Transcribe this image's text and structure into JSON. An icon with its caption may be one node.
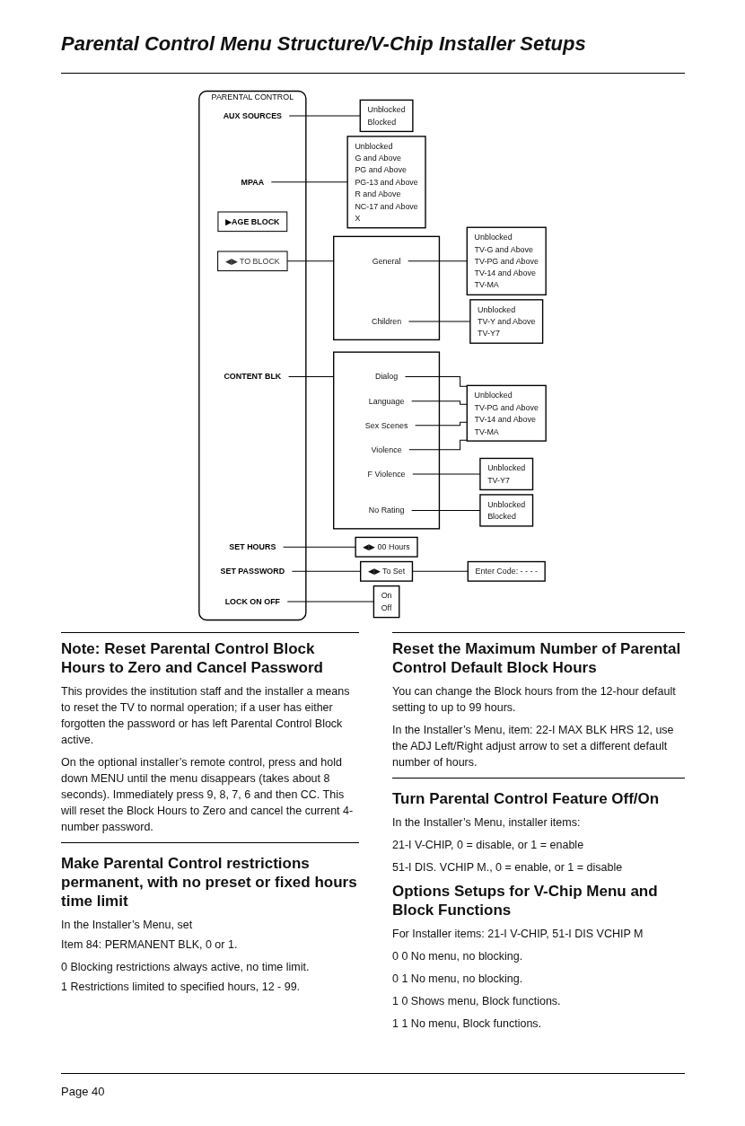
{
  "diagram": {
    "title": "Parental Control Menu Structure/V-Chip Installer Setups",
    "nodes": [
      {
        "text": [
          "PARENTAL CONTROL"
        ]
      },
      {
        "text": [
          "AUX SOURCES"
        ],
        "in": 0
      },
      {
        "text": [
          "MPAA"
        ],
        "in": 0
      },
      {
        "text": [
          "▶AGE BLOCK"
        ],
        "in": 0
      },
      {
        "text": [
          "◀▶ TO BLOCK"
        ],
        "in": 0
      },
      {
        "text": [
          "CONTENT BLK"
        ],
        "in": 0
      },
      {
        "text": [
          "SET HOURS"
        ],
        "in": 0
      },
      {
        "text": [
          "SET PASSWORD"
        ],
        "in": 0
      },
      {
        "text": [
          "LOCK ON OFF"
        ],
        "in": 0
      },
      {
        "text": [
          "Unblocked",
          "Blocked"
        ]
      },
      {
        "text": [
          "Unblocked",
          "G and Above",
          "PG and Above",
          "PG-13 and Above",
          "R and Above",
          "NC-17 and Above",
          "X"
        ]
      },
      {
        "text": [],
        "shape": "box"
      },
      {
        "text": [
          "General"
        ],
        "in": 11
      },
      {
        "text": [
          "Children"
        ],
        "in": 11
      },
      {
        "text": [
          "Unblocked",
          "TV-G and Above",
          "TV-PG and Above",
          "TV-14 and Above",
          "TV-MA"
        ]
      },
      {
        "text": [
          "Unblocked",
          "TV-Y and Above",
          "TV-Y7"
        ]
      },
      {
        "text": [],
        "shape": "box"
      },
      {
        "text": [
          "Dialog"
        ],
        "in": 16
      },
      {
        "text": [
          "Language"
        ],
        "in": 16
      },
      {
        "text": [
          "Sex Scenes"
        ],
        "in": 16
      },
      {
        "text": [
          "Violence"
        ],
        "in": 16
      },
      {
        "text": [
          "F Violence"
        ],
        "in": 16
      },
      {
        "text": [
          "No Rating"
        ],
        "in": 16
      },
      {
        "text": [
          "Unblocked",
          "TV-PG and Above",
          "TV-14 and Above",
          "TV-MA"
        ]
      },
      {
        "text": [
          "Unblocked",
          "TV-Y7"
        ]
      },
      {
        "text": [
          "◀▶ 00 Hours"
        ]
      },
      {
        "text": [
          "Unblocked",
          "Blocked"
        ]
      },
      {
        "text": [
          "◀▶ To Set"
        ]
      },
      {
        "text": [
          "Enter Code: - - - -"
        ]
      },
      {
        "text": [
          "On",
          "Off"
        ]
      }
    ],
    "edges": [
      {
        "from": 1,
        "to": 9,
        "arrow": "none"
      },
      {
        "from": 2,
        "to": 10,
        "arrow": "none"
      },
      {
        "from": 4,
        "to": 11,
        "arrow": "none"
      },
      {
        "from": 5,
        "to": 16,
        "arrow": "none"
      },
      {
        "from": 6,
        "to": 25,
        "arrow": "none"
      },
      {
        "from": 7,
        "to": 27,
        "arrow": "none"
      },
      {
        "from": 8,
        "to": 29,
        "arrow": "none"
      },
      {
        "from": 12,
        "to": 14,
        "arrow": "none"
      },
      {
        "from": 13,
        "to": 15,
        "arrow": "none"
      },
      {
        "from": 17,
        "to": 23,
        "arrow": "none"
      },
      {
        "from": 18,
        "to": 23,
        "arrow": "none"
      },
      {
        "from": 19,
        "to": 23,
        "arrow": "none"
      },
      {
        "from": 20,
        "to": 23,
        "arrow": "none"
      },
      {
        "from": 21,
        "to": 24,
        "arrow": "none"
      },
      {
        "from": 22,
        "to": 26,
        "arrow": "none"
      },
      {
        "from": 27,
        "to": 28,
        "arrow": "none"
      }
    ],
    "labels": [
      "Note: Reset Parental Control Block Hours to Zero and Cancel Password",
      "This provides the institution staff and the installer a means to reset the TV to normal operation; if a user has either forgotten the password or has left Parental Control Block active.",
      "On the optional installer’s remote control, press and hold down MENU until the menu disappears (takes about 8 seconds). Immediately press 9, 8, 7, 6 and then CC. This will reset the Block Hours to Zero and cancel the current 4-number password.",
      "Make Parental Control restrictions permanent, with no preset or fixed hours time limit",
      "In the Installer’s Menu, set",
      "Item 84: PERMANENT BLK, 0 or 1.",
      "0 Blocking restrictions always active, no time limit.",
      "1 Restrictions limited to specified hours, 12 - 99.",
      "Reset the Maximum Number of Parental Control Default Block Hours",
      "You can change the Block hours from the 12-hour default setting to up to 99 hours.",
      "In the Installer’s Menu, item: 22-I MAX BLK HRS 12, use the ADJ Left/Right adjust arrow to set a different default number of hours.",
      "Turn Parental Control Feature Off/On",
      "In the Installer’s Menu, installer items:",
      "21-I V-CHIP, 0 = disable, or 1 = enable",
      "51-I DIS. VCHIP M., 0 = enable, or 1 = disable",
      "Options Setups for V-Chip Menu and Block Functions",
      "For Installer items: 21-I V-CHIP, 51-I DIS VCHIP M",
      "0 0 No menu, no blocking.",
      "0 1 No menu, no blocking.",
      "1 0 Shows menu, Block functions.",
      "1 1 No menu, Block functions.",
      "Page 40"
    ]
  }
}
